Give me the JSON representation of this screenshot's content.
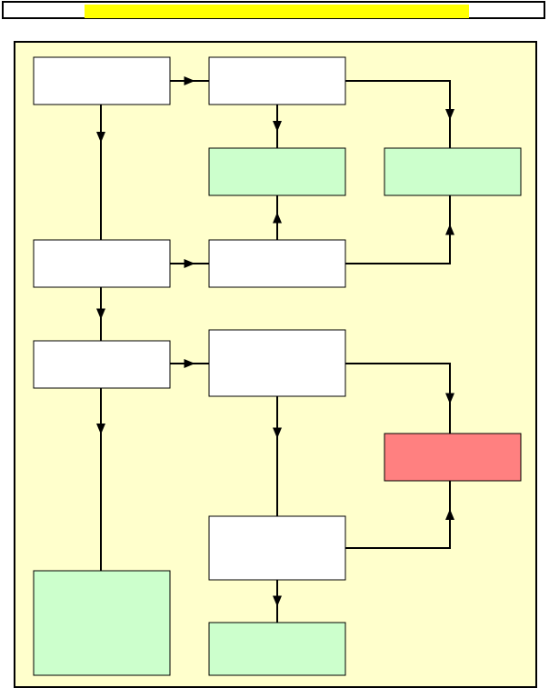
{
  "header": {
    "title": "",
    "highlight_color": "#ffff00"
  },
  "diagram": {
    "background_color": "#ffffcc",
    "colors": {
      "default_box": "#ffffff",
      "success_box": "#ccffcc",
      "failure_box": "#ff8080",
      "line": "#000000"
    },
    "boxes": [
      {
        "id": "box-1",
        "label": "",
        "style": "default"
      },
      {
        "id": "box-2",
        "label": "",
        "style": "default"
      },
      {
        "id": "box-3",
        "label": "",
        "style": "success"
      },
      {
        "id": "box-4",
        "label": "",
        "style": "success"
      },
      {
        "id": "box-5",
        "label": "",
        "style": "default"
      },
      {
        "id": "box-6",
        "label": "",
        "style": "default"
      },
      {
        "id": "box-7",
        "label": "",
        "style": "default"
      },
      {
        "id": "box-8",
        "label": "",
        "style": "default"
      },
      {
        "id": "box-9",
        "label": "",
        "style": "failure"
      },
      {
        "id": "box-10",
        "label": "",
        "style": "default"
      },
      {
        "id": "box-11",
        "label": "",
        "style": "success"
      },
      {
        "id": "box-12",
        "label": "",
        "style": "success"
      }
    ],
    "connections": [
      {
        "from": "box-1",
        "to": "box-2"
      },
      {
        "from": "box-1",
        "to": "box-5"
      },
      {
        "from": "box-2",
        "to": "box-3"
      },
      {
        "from": "box-2",
        "to": "box-4"
      },
      {
        "from": "box-5",
        "to": "box-6"
      },
      {
        "from": "box-5",
        "to": "box-7"
      },
      {
        "from": "box-6",
        "to": "box-3"
      },
      {
        "from": "box-6",
        "to": "box-4"
      },
      {
        "from": "box-7",
        "to": "box-8"
      },
      {
        "from": "box-7",
        "to": "box-11"
      },
      {
        "from": "box-8",
        "to": "box-9"
      },
      {
        "from": "box-8",
        "to": "box-10"
      },
      {
        "from": "box-10",
        "to": "box-9"
      },
      {
        "from": "box-10",
        "to": "box-12"
      }
    ]
  }
}
